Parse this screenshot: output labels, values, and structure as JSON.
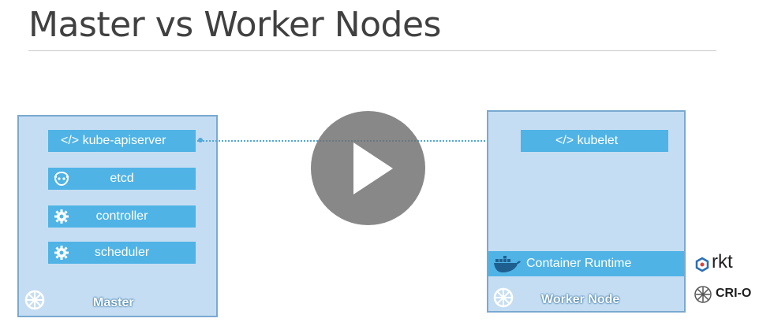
{
  "slide": {
    "title": "Master vs Worker Nodes"
  },
  "master": {
    "label": "Master",
    "components": {
      "apiserver": "</> kube-apiserver",
      "etcd": "etcd",
      "controller": "controller",
      "scheduler": "scheduler"
    }
  },
  "worker": {
    "label": "Worker Node",
    "kubelet": "</> kubelet",
    "runtime": "Container Runtime"
  },
  "runtimes": {
    "rkt": "rkt",
    "crio": "CRI-O"
  },
  "icons": {
    "play": "play-icon",
    "kubernetes": "kubernetes-wheel-icon",
    "gear": "gear-icon",
    "etcd": "etcd-icon",
    "docker": "docker-whale-icon"
  },
  "colors": {
    "node_fill": "#c5ddf3",
    "node_border": "#7aa9cf",
    "component_fill": "#4fb3e6",
    "link": "#4fa7dc"
  }
}
